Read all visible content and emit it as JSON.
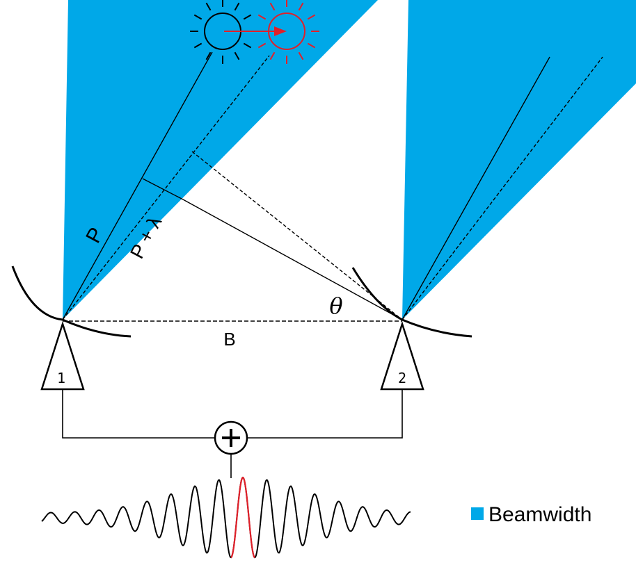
{
  "labels": {
    "path": "P",
    "path_plus": "P + λ",
    "angle": "θ",
    "baseline": "B",
    "antenna_1": "1",
    "antenna_2": "2",
    "combiner": "+"
  },
  "legend": {
    "label": "Beamwidth",
    "color": "#00a8e8"
  },
  "colors": {
    "beam": "#00a8e8",
    "source_moved": "#e0202a",
    "line": "#000000"
  }
}
